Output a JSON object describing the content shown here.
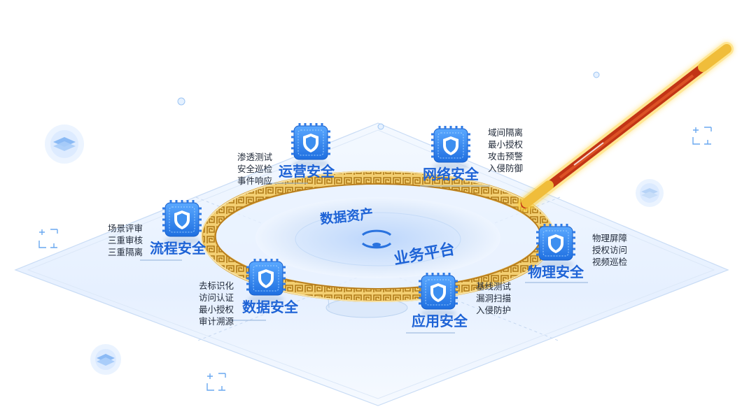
{
  "center": {
    "data_assets_label": "数据资产",
    "platform_label": "业务平台"
  },
  "nodes": [
    {
      "id": "ops",
      "title": "运营安全",
      "items": [
        "渗透测试",
        "安全巡检",
        "事件响应"
      ]
    },
    {
      "id": "network",
      "title": "网络安全",
      "items": [
        "域间隔离",
        "最小授权",
        "攻击预警",
        "入侵防御"
      ]
    },
    {
      "id": "process",
      "title": "流程安全",
      "items": [
        "场景评审",
        "三重审核",
        "三重隔离"
      ]
    },
    {
      "id": "data",
      "title": "数据安全",
      "items": [
        "去标识化",
        "访问认证",
        "最小授权",
        "审计溯源"
      ]
    },
    {
      "id": "app",
      "title": "应用安全",
      "items": [
        "基线测试",
        "漏洞扫描",
        "入侵防护"
      ]
    },
    {
      "id": "physical",
      "title": "物理安全",
      "items": [
        "物理屏障",
        "授权访问",
        "视频巡检"
      ]
    }
  ],
  "colors": {
    "accent": "#1e63d6",
    "shield_blue": "#3d8ff0",
    "gold": "#e8b84a",
    "staff_red": "#d8401c"
  },
  "icons": [
    "shield-icon",
    "layers-icon",
    "sync-icon"
  ]
}
